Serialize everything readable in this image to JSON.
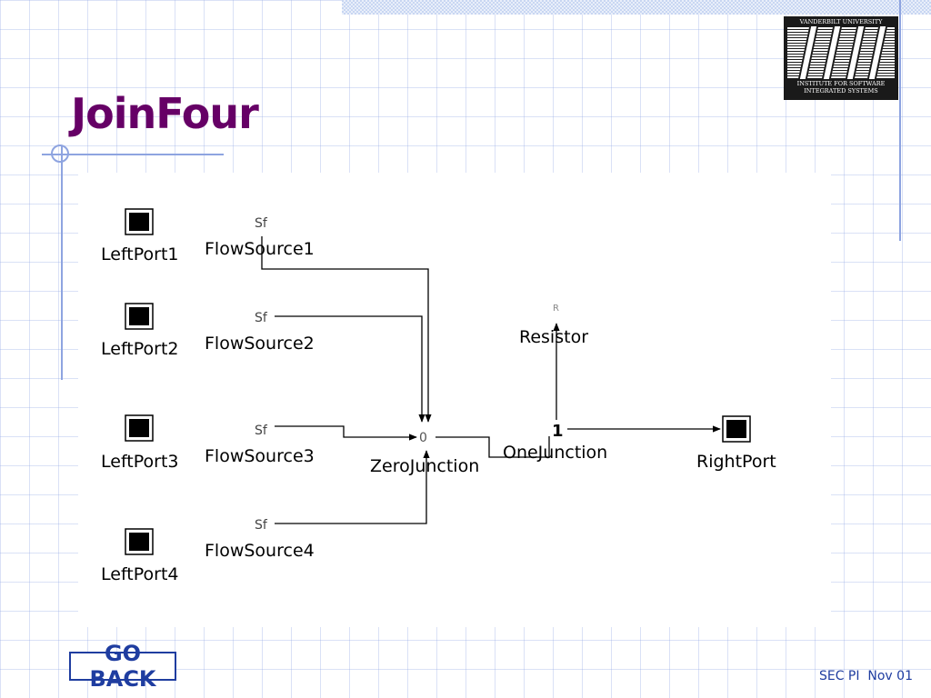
{
  "slide": {
    "title": "JoinFour",
    "back_label": "GO BACK",
    "footer": "SEC PI  Nov 01"
  },
  "logo": {
    "top_text": "VANDERBILT UNIVERSITY",
    "bottom_text": "INSTITUTE FOR SOFTWARE\nINTEGRATED SYSTEMS"
  },
  "colors": {
    "title": "#660066",
    "accent_blue": "#1f3da0",
    "grid": "#8ea4e0"
  },
  "diagram": {
    "ports": {
      "left1": "LeftPort1",
      "left2": "LeftPort2",
      "left3": "LeftPort3",
      "left4": "LeftPort4",
      "right": "RightPort"
    },
    "sources": {
      "symbol": "Sf",
      "s1": "FlowSource1",
      "s2": "FlowSource2",
      "s3": "FlowSource3",
      "s4": "FlowSource4"
    },
    "zero_junction": {
      "symbol": "0",
      "label": "ZeroJunction"
    },
    "one_junction": {
      "symbol": "1",
      "label": "OneJunction"
    },
    "resistor": {
      "symbol": "R",
      "label": "Resistor"
    }
  }
}
